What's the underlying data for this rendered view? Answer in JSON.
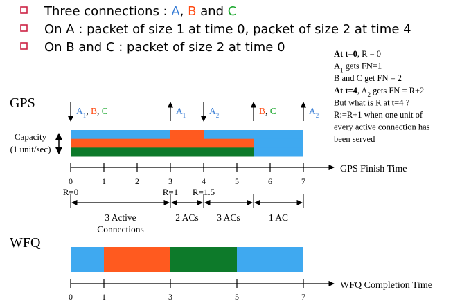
{
  "colors": {
    "A": "#3b7fd6",
    "B": "#ff4a12",
    "C": "#17a62a",
    "blue_fill": "#3fa9f0",
    "red_fill": "#ff5a1f",
    "green_fill": "#0d7a2a",
    "bullet": "#cc2244"
  },
  "bullets": [
    [
      {
        "t": "Three connections : ",
        "c": "k"
      },
      {
        "t": "A",
        "c": "A"
      },
      {
        "t": ", ",
        "c": "k"
      },
      {
        "t": "B",
        "c": "B"
      },
      {
        "t": " and ",
        "c": "k"
      },
      {
        "t": "C",
        "c": "C"
      }
    ],
    [
      {
        "t": "On A : packet of size 1 at time 0, packet of size 2 at time 4",
        "c": "k"
      }
    ],
    [
      {
        "t": "On B and C : packet of size 2 at time 0",
        "c": "k"
      }
    ]
  ],
  "notes": [
    [
      {
        "t": "At t=0",
        "b": true
      },
      {
        "t": ", R = 0"
      }
    ],
    [
      {
        "t": "A"
      },
      {
        "t": "1",
        "sub": true
      },
      {
        "t": " gets FN=1"
      }
    ],
    [
      {
        "t": "B and C get FN = 2"
      }
    ],
    [
      {
        "t": "At t=4",
        "b": true
      },
      {
        "t": ", A"
      },
      {
        "t": "2",
        "sub": true
      },
      {
        "t": " gets FN = R+2"
      }
    ],
    [
      {
        "t": "But what is R at t=4 ?"
      }
    ],
    [
      {
        "t": "R:=R+1 when one unit of"
      }
    ],
    [
      {
        "t": "every active connection has"
      }
    ],
    [
      {
        "t": "been served"
      }
    ]
  ],
  "gps": {
    "label": "GPS",
    "capacity_label": [
      "Capacity",
      "(1 unit/sec)"
    ],
    "axis_label": "GPS Finish Time",
    "ticks": [
      "0",
      "1",
      "2",
      "3",
      "4",
      "5",
      "6",
      "7"
    ],
    "tick_values": [
      0,
      1,
      2,
      3,
      4,
      5,
      6,
      7
    ],
    "arrivals": [
      {
        "time": 0,
        "dir": "down",
        "parts": [
          {
            "t": "A",
            "c": "A"
          },
          {
            "t": "1",
            "c": "A",
            "sub": true
          },
          {
            "t": ", ",
            "c": "k"
          },
          {
            "t": "B",
            "c": "B"
          },
          {
            "t": ", ",
            "c": "k"
          },
          {
            "t": "C",
            "c": "C"
          }
        ]
      },
      {
        "time": 3,
        "dir": "up",
        "parts": [
          {
            "t": "A",
            "c": "A"
          },
          {
            "t": "1",
            "c": "A",
            "sub": true
          }
        ]
      },
      {
        "time": 4,
        "dir": "down",
        "parts": [
          {
            "t": "A",
            "c": "A"
          },
          {
            "t": "2",
            "c": "A",
            "sub": true
          }
        ]
      },
      {
        "time": 5.5,
        "dir": "up",
        "parts": [
          {
            "t": "B",
            "c": "B"
          },
          {
            "t": ", ",
            "c": "k"
          },
          {
            "t": "C",
            "c": "C"
          }
        ]
      },
      {
        "time": 7,
        "dir": "up",
        "parts": [
          {
            "t": "A",
            "c": "A"
          },
          {
            "t": "2",
            "c": "A",
            "sub": true
          }
        ]
      }
    ],
    "r_marks": [
      {
        "label": "R=0",
        "time": 0
      },
      {
        "label": "R=1",
        "time": 3
      },
      {
        "label": "R=1.5",
        "time": 4
      }
    ],
    "segments": [
      {
        "start": 0,
        "end": 3,
        "label": [
          "3 Active",
          "Connections"
        ]
      },
      {
        "start": 3,
        "end": 4,
        "label": [
          "2 ACs"
        ]
      },
      {
        "start": 4,
        "end": 5.5,
        "label": [
          "3 ACs"
        ]
      },
      {
        "start": 5.5,
        "end": 7,
        "label": [
          "1 AC"
        ]
      }
    ],
    "bands": [
      {
        "start": 0,
        "end": 3,
        "layers": [
          "blue",
          "red",
          "green"
        ]
      },
      {
        "start": 3,
        "end": 4,
        "layers": [
          "red",
          "red",
          "green"
        ]
      },
      {
        "start": 4,
        "end": 5.5,
        "layers": [
          "blue",
          "red",
          "green"
        ]
      },
      {
        "start": 5.5,
        "end": 7,
        "layers": [
          "blue",
          "blue",
          "blue"
        ]
      }
    ]
  },
  "wfq": {
    "label": "WFQ",
    "axis_label": "WFQ Completion Time",
    "ticks": [
      "0",
      "1",
      "3",
      "5",
      "7"
    ],
    "tick_values": [
      0,
      1,
      3,
      5,
      7
    ],
    "blocks": [
      {
        "start": 0,
        "end": 1,
        "color": "blue"
      },
      {
        "start": 1,
        "end": 3,
        "color": "red"
      },
      {
        "start": 3,
        "end": 5,
        "color": "green"
      },
      {
        "start": 5,
        "end": 7,
        "color": "blue"
      }
    ]
  }
}
